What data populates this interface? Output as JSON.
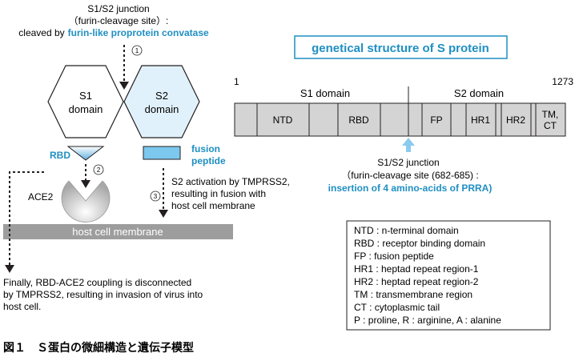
{
  "junction_top": {
    "title": "S1/S2 junction",
    "subtitle": "（furin-cleavage site）:",
    "cleaved_prefix": "cleaved by",
    "enzyme": "furin-like proprotein convatase",
    "step": "①"
  },
  "left_diagram": {
    "s1_line1": "S1",
    "s1_line2": "domain",
    "s2_line1": "S2",
    "s2_line2": "domain",
    "rbd": "RBD",
    "fusion_line1": "fusion",
    "fusion_line2": "peptide",
    "step2": "②",
    "ace2": "ACE2",
    "step3": "③",
    "s2_activation": [
      "S2 activation by TMPRSS2,",
      "resulting in fusion with",
      "host cell membrane"
    ],
    "membrane": "host cell membrane",
    "finally": [
      "Finally,  RBD-ACE2 coupling is disconnected",
      "by TMPRSS2,  resulting in invasion of virus into",
      "host cell."
    ]
  },
  "structure": {
    "title": "genetical structure of S protein",
    "start": "1",
    "end": "1273",
    "s1_label": "S1 domain",
    "s2_label": "S2 domain",
    "segments": [
      "NTD",
      "RBD",
      "FP",
      "HR1",
      "HR2",
      "TM,",
      "CT"
    ],
    "junction_title": "S1/S2 junction",
    "junction_site": "（furin-cleavage site (682-685) :",
    "junction_insertion": "insertion of 4 amino-acids of PRRA)"
  },
  "legend": [
    "NTD : n-terminal domain",
    "RBD : receptor binding domain",
    "FP : fusion peptide",
    "HR1 : heptad repeat region-1",
    "HR2 : heptad repeat region-2",
    "TM : transmembrane region",
    "CT : cytoplasmic tail",
    "P : proline,  R : arginine,  A : alanine"
  ],
  "caption": "図１　Ｓ蛋白の微細構造と遺伝子模型",
  "colors": {
    "accent_blue": "#1f8fc2",
    "s2_fill": "#e1f1fb",
    "fusion_fill": "#7cc8ee",
    "bar_gray": "#d4d4d4",
    "membrane_gray": "#9d9d9d"
  }
}
